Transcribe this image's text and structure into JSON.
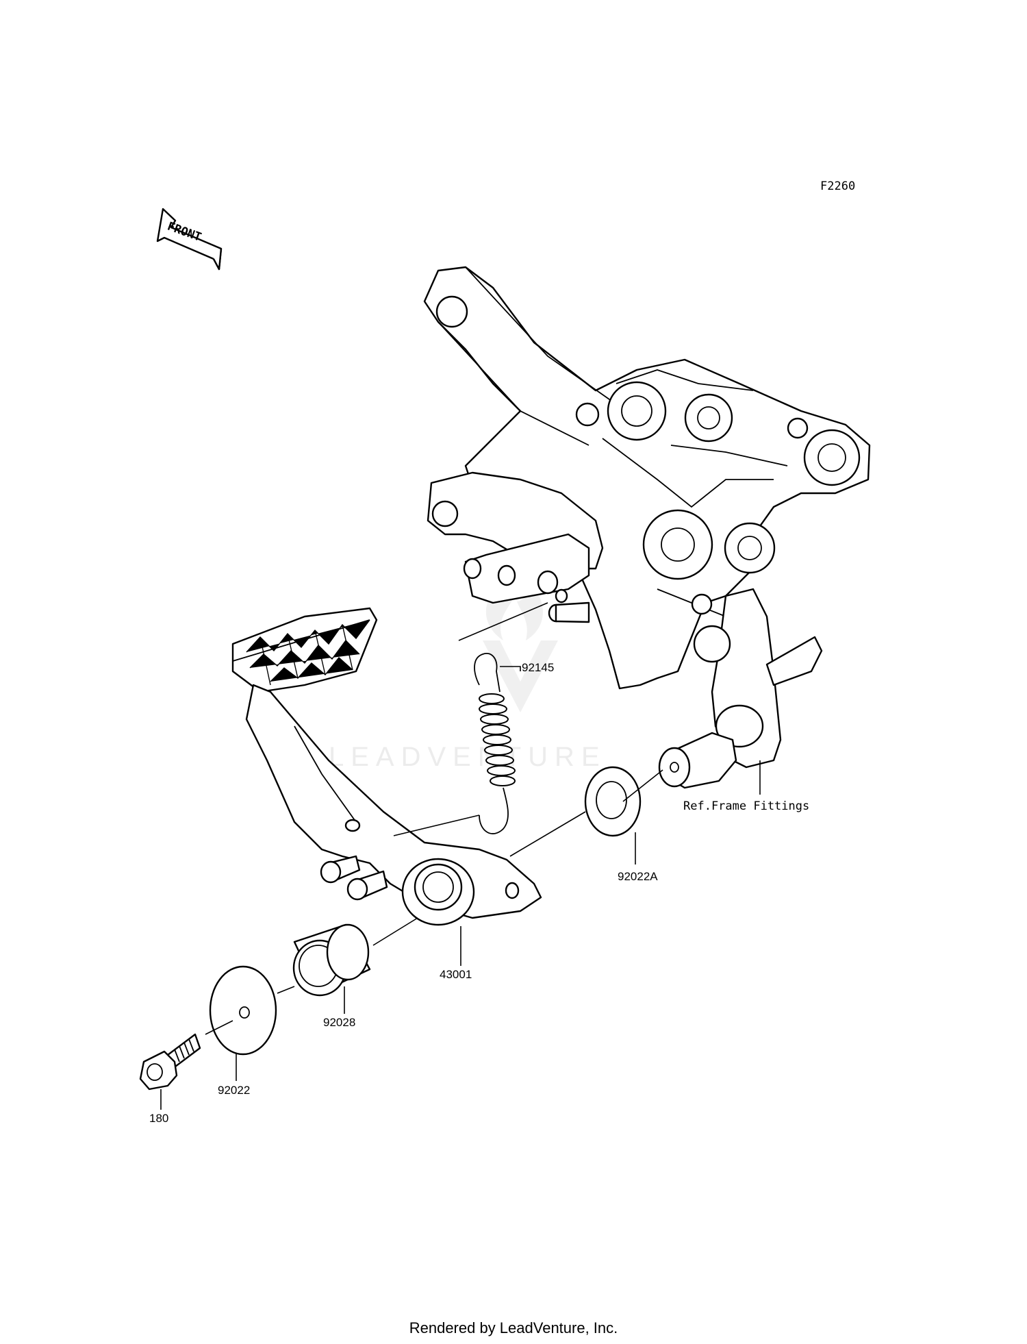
{
  "diagram_code": "F2260",
  "front_arrow_label": "FRONT",
  "reference_label": "Ref.Frame Fittings",
  "watermark": "LEADVENTURE",
  "footer": "Rendered by LeadVenture, Inc.",
  "callouts": {
    "spring": "92145",
    "washer_a": "92022A",
    "pedal": "43001",
    "collar": "92028",
    "washer": "92022",
    "bolt": "180"
  }
}
